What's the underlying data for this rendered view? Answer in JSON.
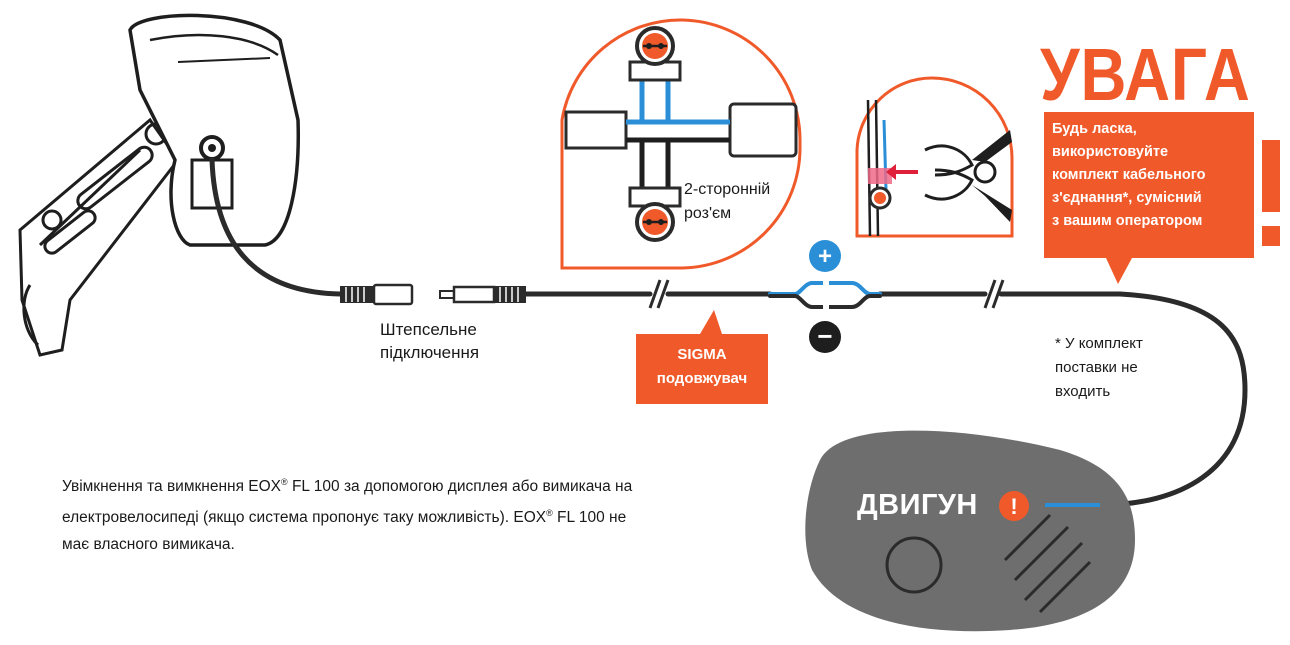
{
  "plug_label": {
    "line1": "Штепсельне",
    "line2": "підключення"
  },
  "connector_label": {
    "line1": "2-сторонній",
    "line2": "роз'єм"
  },
  "extension_label": {
    "line1": "SIGMA",
    "line2": "подовжувач"
  },
  "warning": {
    "title": "УВАГА",
    "line1": "Будь ласка,",
    "line2": "використовуйте",
    "line3": "комплект кабельного",
    "line4": "з'єднання*, сумісний",
    "line5": "з вашим оператором",
    "mark": "!"
  },
  "polarity": {
    "plus": "+",
    "minus": "−"
  },
  "footnote": {
    "line1": "* У комплект",
    "line2": "поставки не",
    "line3": "входить"
  },
  "motor": {
    "label": "ДВИГУН",
    "alert": "!"
  },
  "description": {
    "part1": "Увімкнення та вимкнення EOX",
    "reg1": "®",
    "part2": " FL 100 за допомогою дисплея або вимикача на",
    "line2a": "електровелосипеді (якщо система пропонує таку можливість). EOX",
    "reg2": "®",
    "line2b": "  FL 100 не",
    "line3": "має власного вимикача."
  },
  "colors": {
    "accent": "#f05a2a",
    "cable": "#2b2b2b",
    "wire_blue": "#2a8fd6",
    "motor_gray": "#6e6e6e"
  }
}
